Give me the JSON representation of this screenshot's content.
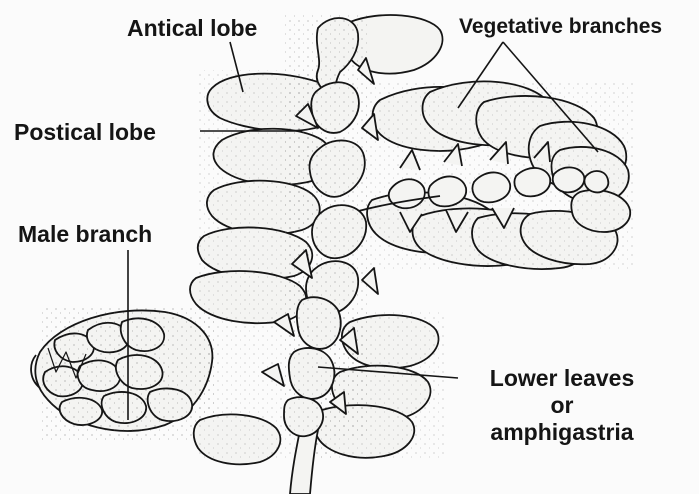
{
  "labels": {
    "antical_lobe": "Antical lobe",
    "vegetative_branches": "Vegetative branches",
    "postical_lobe": "Postical lobe",
    "male_branch": "Male branch",
    "lower_leaves_line1": "Lower leaves",
    "lower_leaves_line2": "or",
    "lower_leaves_line3": "amphigastria"
  },
  "colors": {
    "ink": "#151515",
    "paper": "#fbfbfb",
    "leaf_fill": "#f4f4f2"
  }
}
